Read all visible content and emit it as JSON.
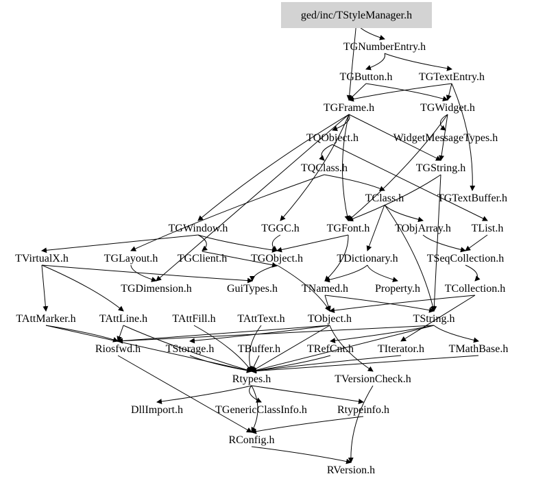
{
  "root_node": "ged/inc/TStyleManager.h",
  "root_fill": "#d3d3d3",
  "nodes": [
    {
      "id": "root",
      "label": "ged/inc/TStyleManager.h"
    },
    {
      "id": "TGNumberEntry",
      "label": "TGNumberEntry.h"
    },
    {
      "id": "TGButton",
      "label": "TGButton.h"
    },
    {
      "id": "TGTextEntry",
      "label": "TGTextEntry.h"
    },
    {
      "id": "TGFrame",
      "label": "TGFrame.h"
    },
    {
      "id": "TGWidget",
      "label": "TGWidget.h"
    },
    {
      "id": "TQObject",
      "label": "TQObject.h"
    },
    {
      "id": "WidgetMessageTypes",
      "label": "WidgetMessageTypes.h"
    },
    {
      "id": "TQClass",
      "label": "TQClass.h"
    },
    {
      "id": "TGString",
      "label": "TGString.h"
    },
    {
      "id": "TClass",
      "label": "TClass.h"
    },
    {
      "id": "TGTextBuffer",
      "label": "TGTextBuffer.h"
    },
    {
      "id": "TGWindow",
      "label": "TGWindow.h"
    },
    {
      "id": "TGGC",
      "label": "TGGC.h"
    },
    {
      "id": "TGFont",
      "label": "TGFont.h"
    },
    {
      "id": "TObjArray",
      "label": "TObjArray.h"
    },
    {
      "id": "TList",
      "label": "TList.h"
    },
    {
      "id": "TVirtualX",
      "label": "TVirtualX.h"
    },
    {
      "id": "TGLayout",
      "label": "TGLayout.h"
    },
    {
      "id": "TGClient",
      "label": "TGClient.h"
    },
    {
      "id": "TGObject",
      "label": "TGObject.h"
    },
    {
      "id": "TDictionary",
      "label": "TDictionary.h"
    },
    {
      "id": "TSeqCollection",
      "label": "TSeqCollection.h"
    },
    {
      "id": "TGDimension",
      "label": "TGDimension.h"
    },
    {
      "id": "GuiTypes",
      "label": "GuiTypes.h"
    },
    {
      "id": "TNamed",
      "label": "TNamed.h"
    },
    {
      "id": "Property",
      "label": "Property.h"
    },
    {
      "id": "TCollection",
      "label": "TCollection.h"
    },
    {
      "id": "TAttMarker",
      "label": "TAttMarker.h"
    },
    {
      "id": "TAttLine",
      "label": "TAttLine.h"
    },
    {
      "id": "TAttFill",
      "label": "TAttFill.h"
    },
    {
      "id": "TAttText",
      "label": "TAttText.h"
    },
    {
      "id": "TObject",
      "label": "TObject.h"
    },
    {
      "id": "TString",
      "label": "TString.h"
    },
    {
      "id": "Riosfwd",
      "label": "Riosfwd.h"
    },
    {
      "id": "TStorage",
      "label": "TStorage.h"
    },
    {
      "id": "TBuffer",
      "label": "TBuffer.h"
    },
    {
      "id": "TRefCnt",
      "label": "TRefCnt.h"
    },
    {
      "id": "TIterator",
      "label": "TIterator.h"
    },
    {
      "id": "TMathBase",
      "label": "TMathBase.h"
    },
    {
      "id": "Rtypes",
      "label": "Rtypes.h"
    },
    {
      "id": "TVersionCheck",
      "label": "TVersionCheck.h"
    },
    {
      "id": "DllImport",
      "label": "DllImport.h"
    },
    {
      "id": "TGenericClassInfo",
      "label": "TGenericClassInfo.h"
    },
    {
      "id": "Rtypeinfo",
      "label": "Rtypeinfo.h"
    },
    {
      "id": "RConfig",
      "label": "RConfig.h"
    },
    {
      "id": "RVersion",
      "label": "RVersion.h"
    }
  ],
  "edges": [
    [
      "root",
      "TGNumberEntry"
    ],
    [
      "root",
      "TGFrame"
    ],
    [
      "TGNumberEntry",
      "TGButton"
    ],
    [
      "TGNumberEntry",
      "TGTextEntry"
    ],
    [
      "TGButton",
      "TGFrame"
    ],
    [
      "TGButton",
      "TGWidget"
    ],
    [
      "TGTextEntry",
      "TGFrame"
    ],
    [
      "TGTextEntry",
      "TGWidget"
    ],
    [
      "TGTextEntry",
      "TGTextBuffer"
    ],
    [
      "TGFrame",
      "TGWindow"
    ],
    [
      "TGFrame",
      "TGDimension"
    ],
    [
      "TGFrame",
      "TGGC"
    ],
    [
      "TGFrame",
      "TGFont"
    ],
    [
      "TGFrame",
      "TGString"
    ],
    [
      "TGFrame",
      "TQObject"
    ],
    [
      "TGWidget",
      "WidgetMessageTypes"
    ],
    [
      "TGWidget",
      "TGString"
    ],
    [
      "TGWidget",
      "TGFont"
    ],
    [
      "TQObject",
      "TQClass"
    ],
    [
      "TQObject",
      "TList"
    ],
    [
      "TQClass",
      "TClass"
    ],
    [
      "TQClass",
      "TGLayout"
    ],
    [
      "TGString",
      "TString"
    ],
    [
      "TGString",
      "TGFont"
    ],
    [
      "TClass",
      "TObjArray"
    ],
    [
      "TClass",
      "TDictionary"
    ],
    [
      "TClass",
      "TString"
    ],
    [
      "TObjArray",
      "TSeqCollection"
    ],
    [
      "TList",
      "TSeqCollection"
    ],
    [
      "TSeqCollection",
      "TCollection"
    ],
    [
      "TCollection",
      "TObject"
    ],
    [
      "TCollection",
      "TIterator"
    ],
    [
      "TDictionary",
      "TNamed"
    ],
    [
      "TDictionary",
      "Property"
    ],
    [
      "TNamed",
      "TObject"
    ],
    [
      "TNamed",
      "TString"
    ],
    [
      "TGWindow",
      "TGObject"
    ],
    [
      "TGWindow",
      "TVirtualX"
    ],
    [
      "TGWindow",
      "TGClient"
    ],
    [
      "TGGC",
      "TGObject"
    ],
    [
      "TGFont",
      "TGObject"
    ],
    [
      "TGFont",
      "TNamed"
    ],
    [
      "TGLayout",
      "TGDimension"
    ],
    [
      "TGClient",
      "TGObject"
    ],
    [
      "TGObject",
      "TObject"
    ],
    [
      "TGObject",
      "GuiTypes"
    ],
    [
      "TVirtualX",
      "TAttMarker"
    ],
    [
      "TVirtualX",
      "TAttLine"
    ],
    [
      "TVirtualX",
      "GuiTypes"
    ],
    [
      "TAttMarker",
      "Rtypes"
    ],
    [
      "TAttMarker",
      "Riosfwd"
    ],
    [
      "TAttLine",
      "Rtypes"
    ],
    [
      "TAttLine",
      "Riosfwd"
    ],
    [
      "TAttFill",
      "Rtypes"
    ],
    [
      "TAttText",
      "Rtypes"
    ],
    [
      "TObject",
      "Rtypes"
    ],
    [
      "TObject",
      "TStorage"
    ],
    [
      "TObject",
      "TVersionCheck"
    ],
    [
      "TObject",
      "Riosfwd"
    ],
    [
      "TString",
      "TRefCnt"
    ],
    [
      "TString",
      "TMathBase"
    ],
    [
      "TString",
      "Rtypes"
    ],
    [
      "TString",
      "Riosfwd"
    ],
    [
      "TStorage",
      "Rtypes"
    ],
    [
      "TBuffer",
      "Rtypes"
    ],
    [
      "TRefCnt",
      "Rtypes"
    ],
    [
      "TIterator",
      "Rtypes"
    ],
    [
      "TMathBase",
      "Rtypes"
    ],
    [
      "Rtypes",
      "RConfig"
    ],
    [
      "Rtypes",
      "TGenericClassInfo"
    ],
    [
      "Rtypes",
      "Rtypeinfo"
    ],
    [
      "Rtypes",
      "DllImport"
    ],
    [
      "Rtypeinfo",
      "RConfig"
    ],
    [
      "Riosfwd",
      "RConfig"
    ],
    [
      "RConfig",
      "RVersion"
    ],
    [
      "TVersionCheck",
      "RVersion"
    ]
  ]
}
